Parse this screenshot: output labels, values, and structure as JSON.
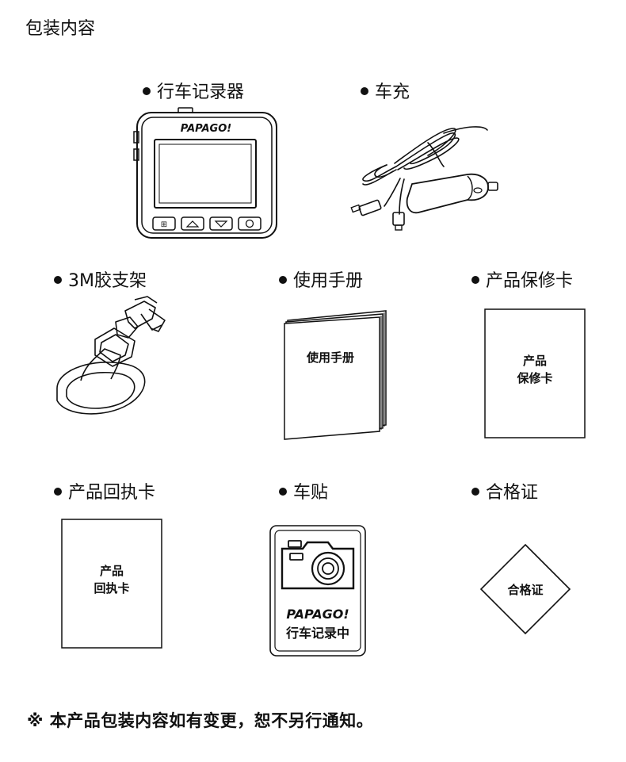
{
  "title": "包装内容",
  "items": [
    {
      "label": "行车记录器"
    },
    {
      "label": "车充"
    },
    {
      "label": "3M胶支架"
    },
    {
      "label": "使用手册"
    },
    {
      "label": "产品保修卡"
    },
    {
      "label": "产品回执卡"
    },
    {
      "label": "车贴"
    },
    {
      "label": "合格证"
    }
  ],
  "device_brand": "PAPAGO!",
  "manual_cover_text": "使用手册",
  "warranty_card_text": [
    "产品",
    "保修卡"
  ],
  "receipt_card_text": [
    "产品",
    "回执卡"
  ],
  "sticker_brand": "PAPAGO!",
  "sticker_text": "行车记录中",
  "certificate_text": "合格证",
  "footnote": "※ 本产品包装内容如有变更，恕不另行通知。"
}
